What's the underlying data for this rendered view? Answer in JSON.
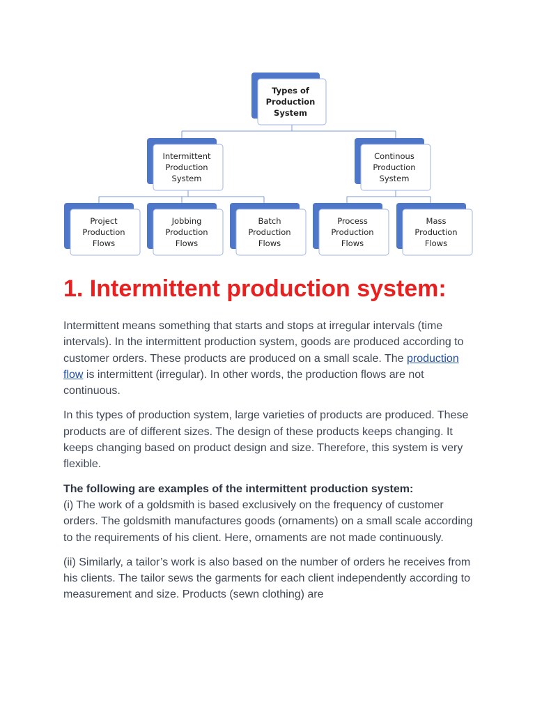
{
  "diagram": {
    "root": [
      "Types of",
      "Production",
      "System"
    ],
    "level2": [
      [
        "Intermittent",
        "Production",
        "System"
      ],
      [
        "Continous",
        "Production",
        "System"
      ]
    ],
    "level3": [
      [
        "Project",
        "Production",
        "Flows"
      ],
      [
        "Jobbing",
        "Production",
        "Flows"
      ],
      [
        "Batch",
        "Production",
        "Flows"
      ],
      [
        "Process",
        "Production",
        "Flows"
      ],
      [
        "Mass",
        "Production",
        "Flows"
      ]
    ],
    "colors": {
      "box_shadow": "#4e77c9",
      "connector": "#7a98d6"
    }
  },
  "heading": "1. Intermittent production system:",
  "para1": {
    "before_link": "Intermittent means something that starts and stops at irregular intervals (time intervals). In the intermittent production system, goods are produced according to customer orders. These products are produced on a small scale. The ",
    "link": "production flow",
    "after_link": " is intermittent (irregular). In other words, the production flows are not continuous."
  },
  "para2": "In this types of production system, large varieties of products are produced. These products are of different sizes. The design of these products keeps changing. It keeps changing based on product design and size. Therefore, this system is very flexible.",
  "para3": {
    "bold": "The following are examples of the intermittent production system:",
    "text": "(i) The work of a goldsmith is based exclusively on the frequency of customer orders. The goldsmith manufactures goods (ornaments) on a small scale according to the requirements of his client. Here, ornaments are not made continuously."
  },
  "para4": "(ii) Similarly, a tailor’s work is also based on the number of orders he receives from his clients. The tailor sews the garments for each client independently according to measurement and size. Products (sewn clothing) are",
  "colors": {
    "heading": "#e8201f",
    "body_text": "#3f4756",
    "link": "#1f4ea7"
  }
}
